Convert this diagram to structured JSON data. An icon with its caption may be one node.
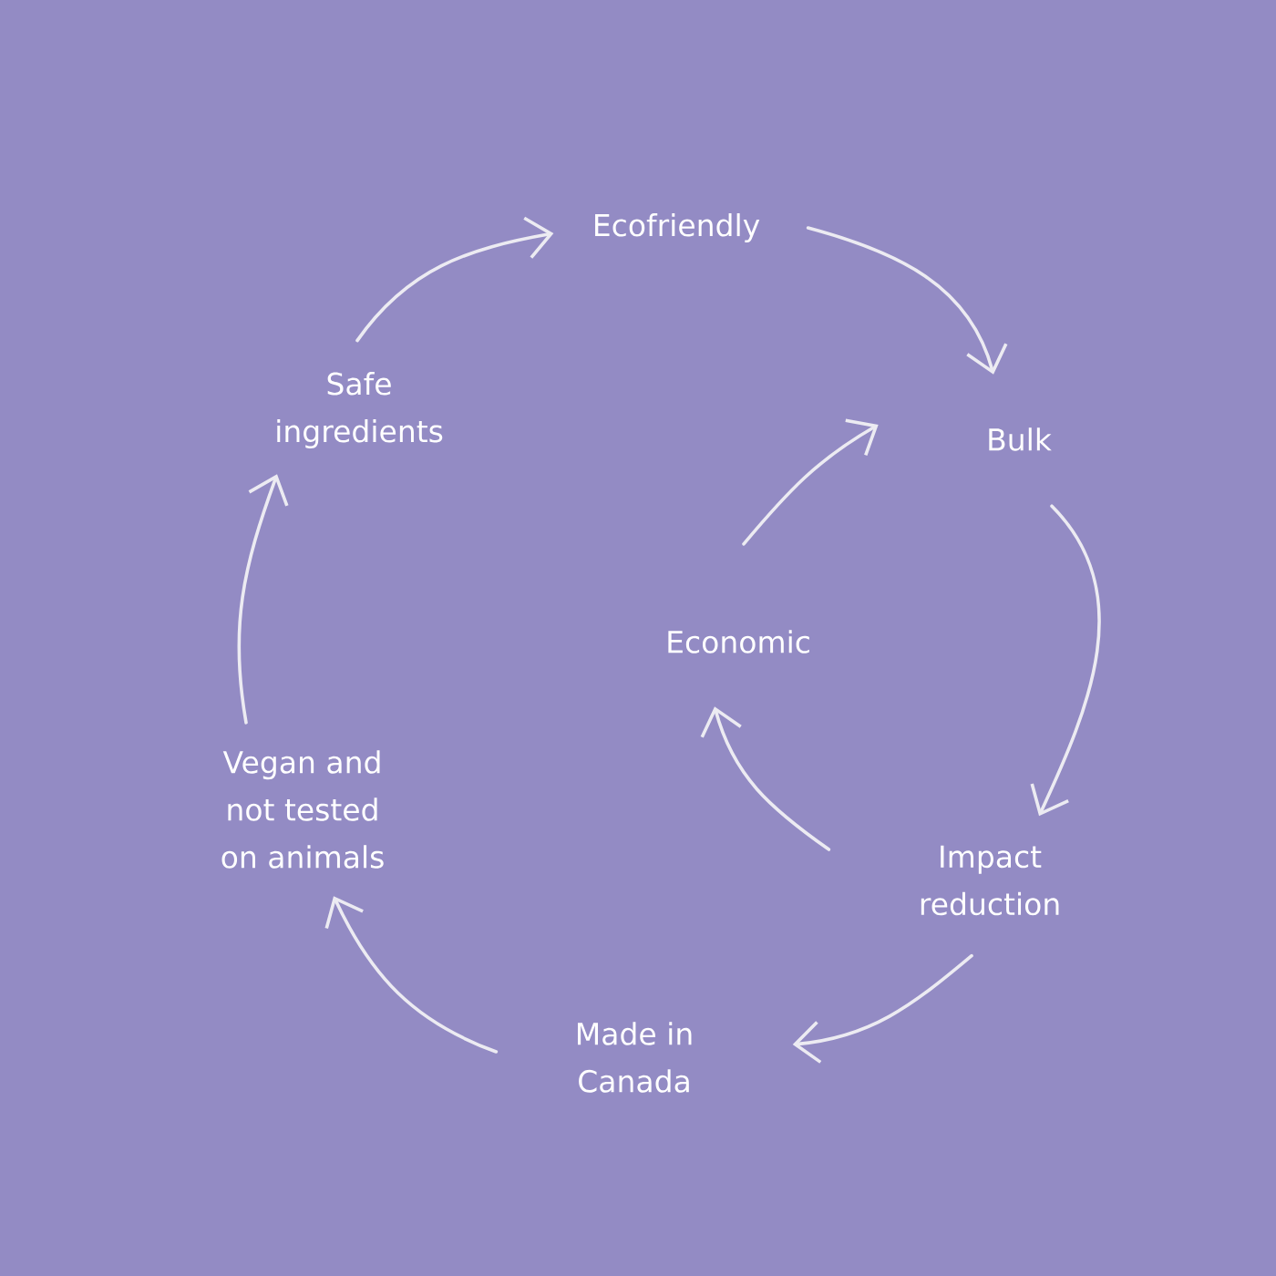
{
  "diagram": {
    "nodes": [
      {
        "text": [
          "Ecofriendly"
        ]
      },
      {
        "text": [
          "Bulk"
        ]
      },
      {
        "text": [
          "Impact reduction"
        ]
      },
      {
        "text": [
          "Made in Canada"
        ]
      },
      {
        "text": [
          "Vegan and not tested on animals"
        ]
      },
      {
        "text": [
          "Safe ingredients"
        ]
      },
      {
        "text": [
          "Economic"
        ]
      }
    ],
    "edges": [
      {
        "from": 0,
        "to": 1,
        "arrow": "to"
      },
      {
        "from": 1,
        "to": 2,
        "arrow": "to"
      },
      {
        "from": 2,
        "to": 3,
        "arrow": "to"
      },
      {
        "from": 3,
        "to": 4,
        "arrow": "to"
      },
      {
        "from": 4,
        "to": 5,
        "arrow": "to"
      },
      {
        "from": 5,
        "to": 0,
        "arrow": "to"
      },
      {
        "from": 2,
        "to": 6,
        "arrow": "to"
      },
      {
        "from": 6,
        "to": 1,
        "arrow": "to"
      }
    ]
  }
}
